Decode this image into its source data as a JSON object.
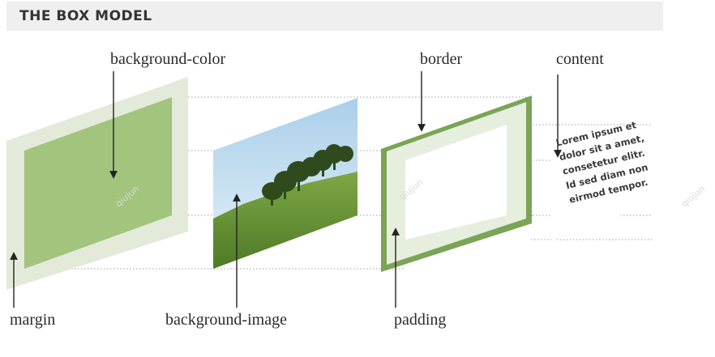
{
  "title": "THE BOX MODEL",
  "labels": {
    "background_color": "background-color",
    "border": "border",
    "content": "content",
    "margin": "margin",
    "background_image": "background-image",
    "padding": "padding"
  },
  "content_lines": [
    "Lorem ipsum et",
    "dolor sit a amet,",
    "consetetur elitr.",
    "Id sed diam non",
    "eirmod tempor."
  ],
  "watermark": "qiujun",
  "colors": {
    "margin": "#e3ead9",
    "background": "#a2c47c",
    "border": "#7aa456",
    "padding": "#e6eedd",
    "sky": "#bcd9ec",
    "grass": "#6f9a3a",
    "guide": "#9a9a9a"
  }
}
